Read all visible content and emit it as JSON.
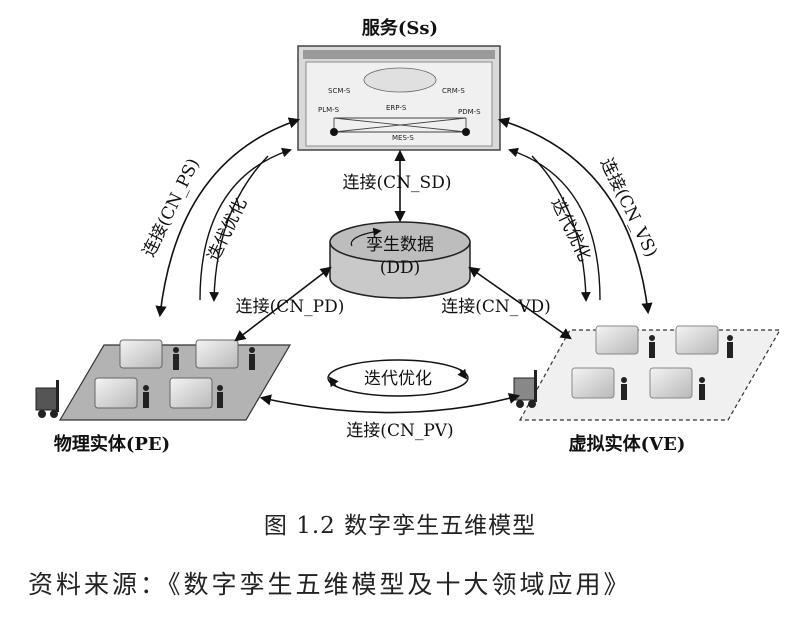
{
  "nodes": {
    "service": {
      "label": "服务(Ss)",
      "screen": {
        "scm": "SCM-S",
        "crm": "CRM-S",
        "erp": "ERP-S",
        "plm": "PLM-S",
        "pdm": "PDM-S",
        "mes": "MES-S"
      }
    },
    "data": {
      "line1": "孪生数据",
      "line2": "(DD)"
    },
    "physical": {
      "label": "物理实体(PE)"
    },
    "virtual": {
      "label": "虚拟实体(VE)"
    }
  },
  "connections": {
    "cn_ps": "连接(CN_PS)",
    "cn_vs": "连接(CN_VS)",
    "cn_sd": "连接(CN_SD)",
    "cn_pd": "连接(CN_PD)",
    "cn_vd": "连接(CN_VD)",
    "cn_pv": "连接(CN_PV)"
  },
  "iteration": {
    "left": "迭代优化",
    "right": "迭代优化",
    "bottom": "迭代优化"
  },
  "caption": "图 1.2  数字孪生五维模型",
  "source": "资料来源：《数字孪生五维模型及十大领域应用》"
}
